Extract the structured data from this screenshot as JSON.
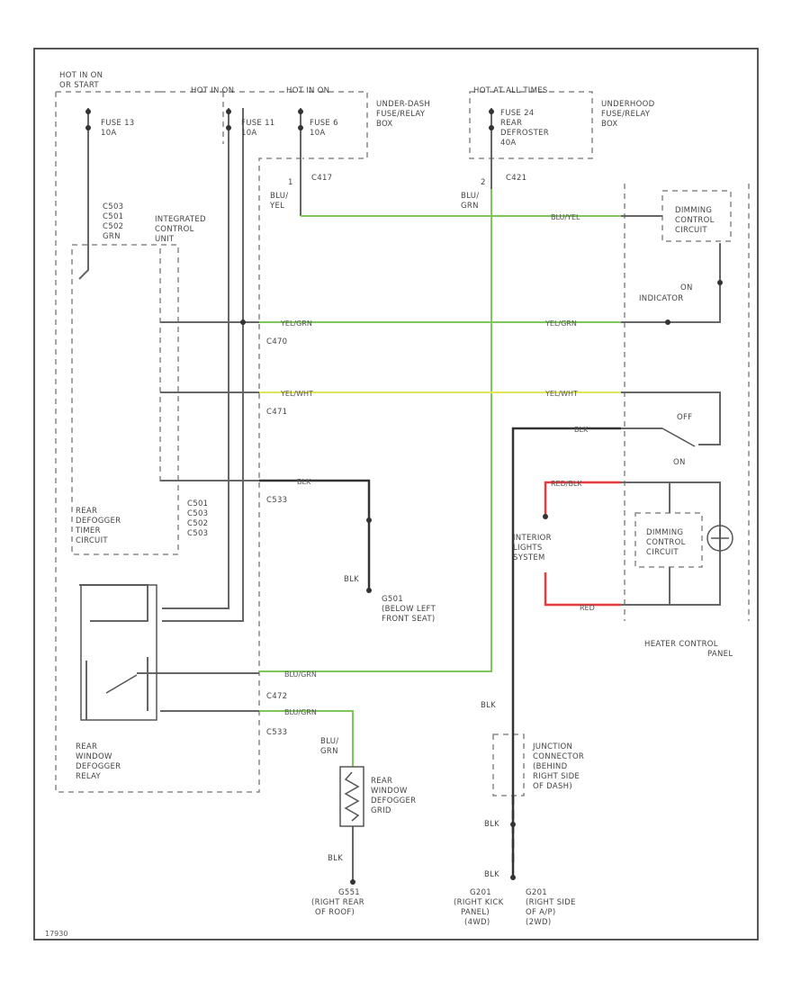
{
  "labels": {
    "hot_run_start": [
      "HOT IN ON",
      "OR START"
    ],
    "hot_run_1": "HOT IN ON",
    "hot_run_2": "HOT IN ON",
    "hot_all_times": "HOT AT ALL TIMES",
    "fuse13": [
      "FUSE 13",
      "10A"
    ],
    "fuse11": [
      "FUSE 11",
      "10A"
    ],
    "fuse6": [
      "FUSE 6",
      "10A"
    ],
    "fuse24": [
      "FUSE 24",
      "REAR",
      "DEFROSTER",
      "40A"
    ],
    "underdash_box": [
      "UNDER-DASH",
      "FUSE/RELAY",
      "BOX"
    ],
    "underhood_box": [
      "UNDERHOOD",
      "FUSE/RELAY",
      "BOX"
    ],
    "c417": "C417",
    "c421": "C421",
    "pin1": "1",
    "pin2": "2",
    "wire_blu_yel_v": [
      "BLU/",
      "YEL"
    ],
    "wire_blu_grn_v": [
      "BLU/",
      "GRN"
    ],
    "connectors_top": [
      "C503",
      "C501",
      "C502",
      "GRN"
    ],
    "integrated_control_unit": [
      "INTEGRATED",
      "CONTROL",
      "UNIT"
    ],
    "dimming_control_upper": [
      "DIMMING",
      "CONTROL",
      "CIRCUIT"
    ],
    "on_indicator": [
      "ON",
      "INDICATOR"
    ],
    "wire_blu_yel_h": "BLU/YEL",
    "wire_yel_grn_left": "YEL/GRN",
    "wire_yel_grn_right": "YEL/GRN",
    "c470": "C470",
    "wire_yel_wht_left": "YEL/WHT",
    "wire_yel_wht_right": "YEL/WHT",
    "c471": "C471",
    "off": "OFF",
    "on": "ON",
    "wire_blk_switch": "BLK",
    "wire_blk_c533": "BLK",
    "c533": "C533",
    "wire_red_blk": "RED/BLK",
    "connectors_mid": [
      "C501",
      "C503",
      "C502",
      "C503"
    ],
    "rear_defogger_timer": [
      "REAR",
      "DEFOGGER",
      "TIMER",
      "CIRCUIT"
    ],
    "interior_lights": [
      "INTERIOR",
      "LIGHTS",
      "SYSTEM"
    ],
    "dimming_control_lower": [
      "DIMMING",
      "CONTROL",
      "CIRCUIT"
    ],
    "wire_blk_g501": "BLK",
    "g501": [
      "G501",
      "(BELOW LEFT",
      "FRONT SEAT)"
    ],
    "wire_red": "RED",
    "heater_control_panel": [
      "HEATER CONTROL",
      "PANEL"
    ],
    "wire_blu_grn_h1": "BLU/GRN",
    "c472": "C472",
    "wire_blu_grn_h2": "BLU/GRN",
    "c533_b": "C533",
    "wire_blk_junction": "BLK",
    "wire_blu_grn_grid": [
      "BLU/",
      "GRN"
    ],
    "rear_window_defogger_relay": [
      "REAR",
      "WINDOW",
      "DEFOGGER",
      "RELAY"
    ],
    "junction_connector": [
      "JUNCTION",
      "CONNECTOR",
      "(BEHIND",
      "RIGHT SIDE",
      "OF DASH)"
    ],
    "rear_window_defogger_grid": [
      "REAR",
      "WINDOW",
      "DEFOGGER",
      "GRID"
    ],
    "wire_blk_g551": "BLK",
    "wire_blk_g201_a": "BLK",
    "wire_blk_g201_b": "BLK",
    "g551": [
      "G551",
      "(RIGHT REAR",
      "OF ROOF)"
    ],
    "g201_a": [
      "G201",
      "(RIGHT KICK",
      "PANEL)",
      "(4WD)"
    ],
    "g201_b": [
      "G201",
      "(RIGHT SIDE",
      "OF A/P)",
      "(2WD)"
    ],
    "corner_code": "17930"
  }
}
